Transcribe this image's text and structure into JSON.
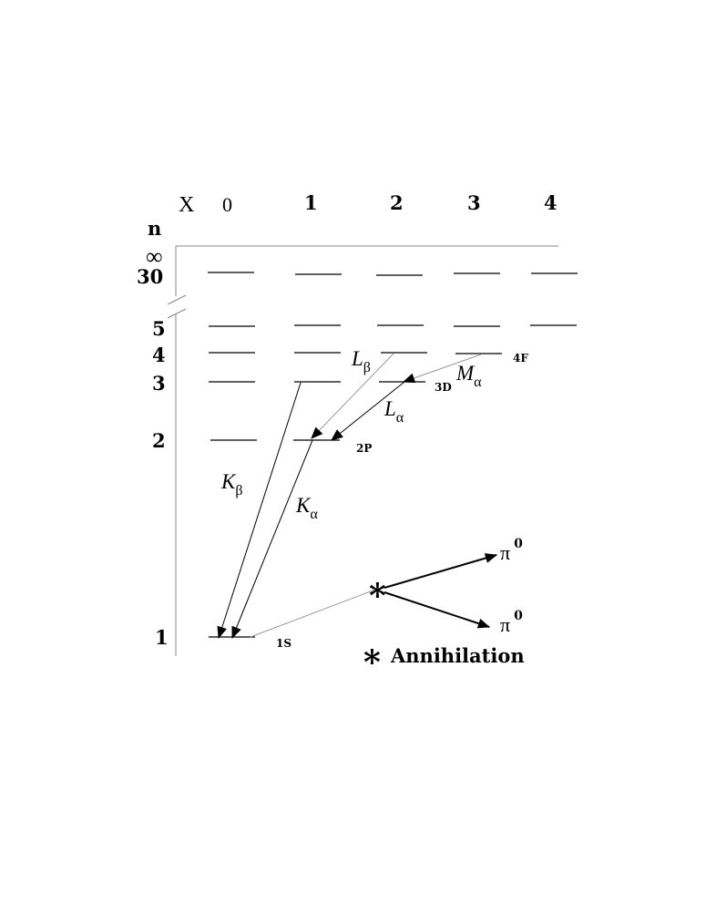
{
  "axes": {
    "l_header": "X",
    "n_header": "n",
    "l_values": [
      "0",
      "1",
      "2",
      "3",
      "4"
    ],
    "n_labels": [
      "∞",
      "30",
      "5",
      "4",
      "3",
      "2",
      "1"
    ]
  },
  "states": {
    "s1": "1S",
    "p2": "2P",
    "d3": "3D",
    "f4": "4F"
  },
  "transitions": {
    "k_beta": {
      "main": "K",
      "sub": "β"
    },
    "k_alpha": {
      "main": "K",
      "sub": "α"
    },
    "l_beta": {
      "main": "L",
      "sub": "β"
    },
    "l_alpha": {
      "main": "L",
      "sub": "α"
    },
    "m_alpha": {
      "main": "M",
      "sub": "α"
    }
  },
  "annihilation": {
    "star": "*",
    "label": "Annihilation",
    "pion_symbol": "π",
    "pion_charge": "0"
  },
  "colors": {
    "ink": "#000000",
    "gray_line": "#888888"
  }
}
